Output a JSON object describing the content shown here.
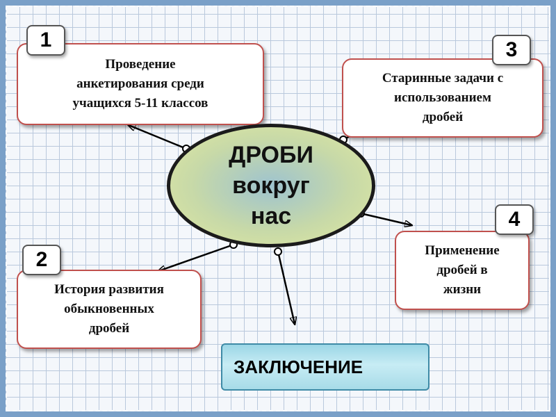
{
  "center": {
    "lines": [
      "ДРОБИ",
      "вокруг",
      "нас"
    ]
  },
  "boxes": [
    {
      "number": "1",
      "lines": [
        "Проведение",
        "анкетирования среди",
        "учащихся 5-11 классов"
      ]
    },
    {
      "number": "2",
      "lines": [
        "История развития",
        "обыкновенных",
        "дробей"
      ]
    },
    {
      "number": "3",
      "lines": [
        "Старинные задачи с",
        "использованием",
        "дробей"
      ]
    },
    {
      "number": "4",
      "lines": [
        "Применение",
        "дробей в",
        "жизни"
      ]
    }
  ],
  "conclusion": "ЗАКЛЮЧЕНИЕ",
  "colors": {
    "box_border": "#c0504d",
    "center_fill": "#c7d9a8",
    "scroll_fill": "#9bd6e6"
  }
}
